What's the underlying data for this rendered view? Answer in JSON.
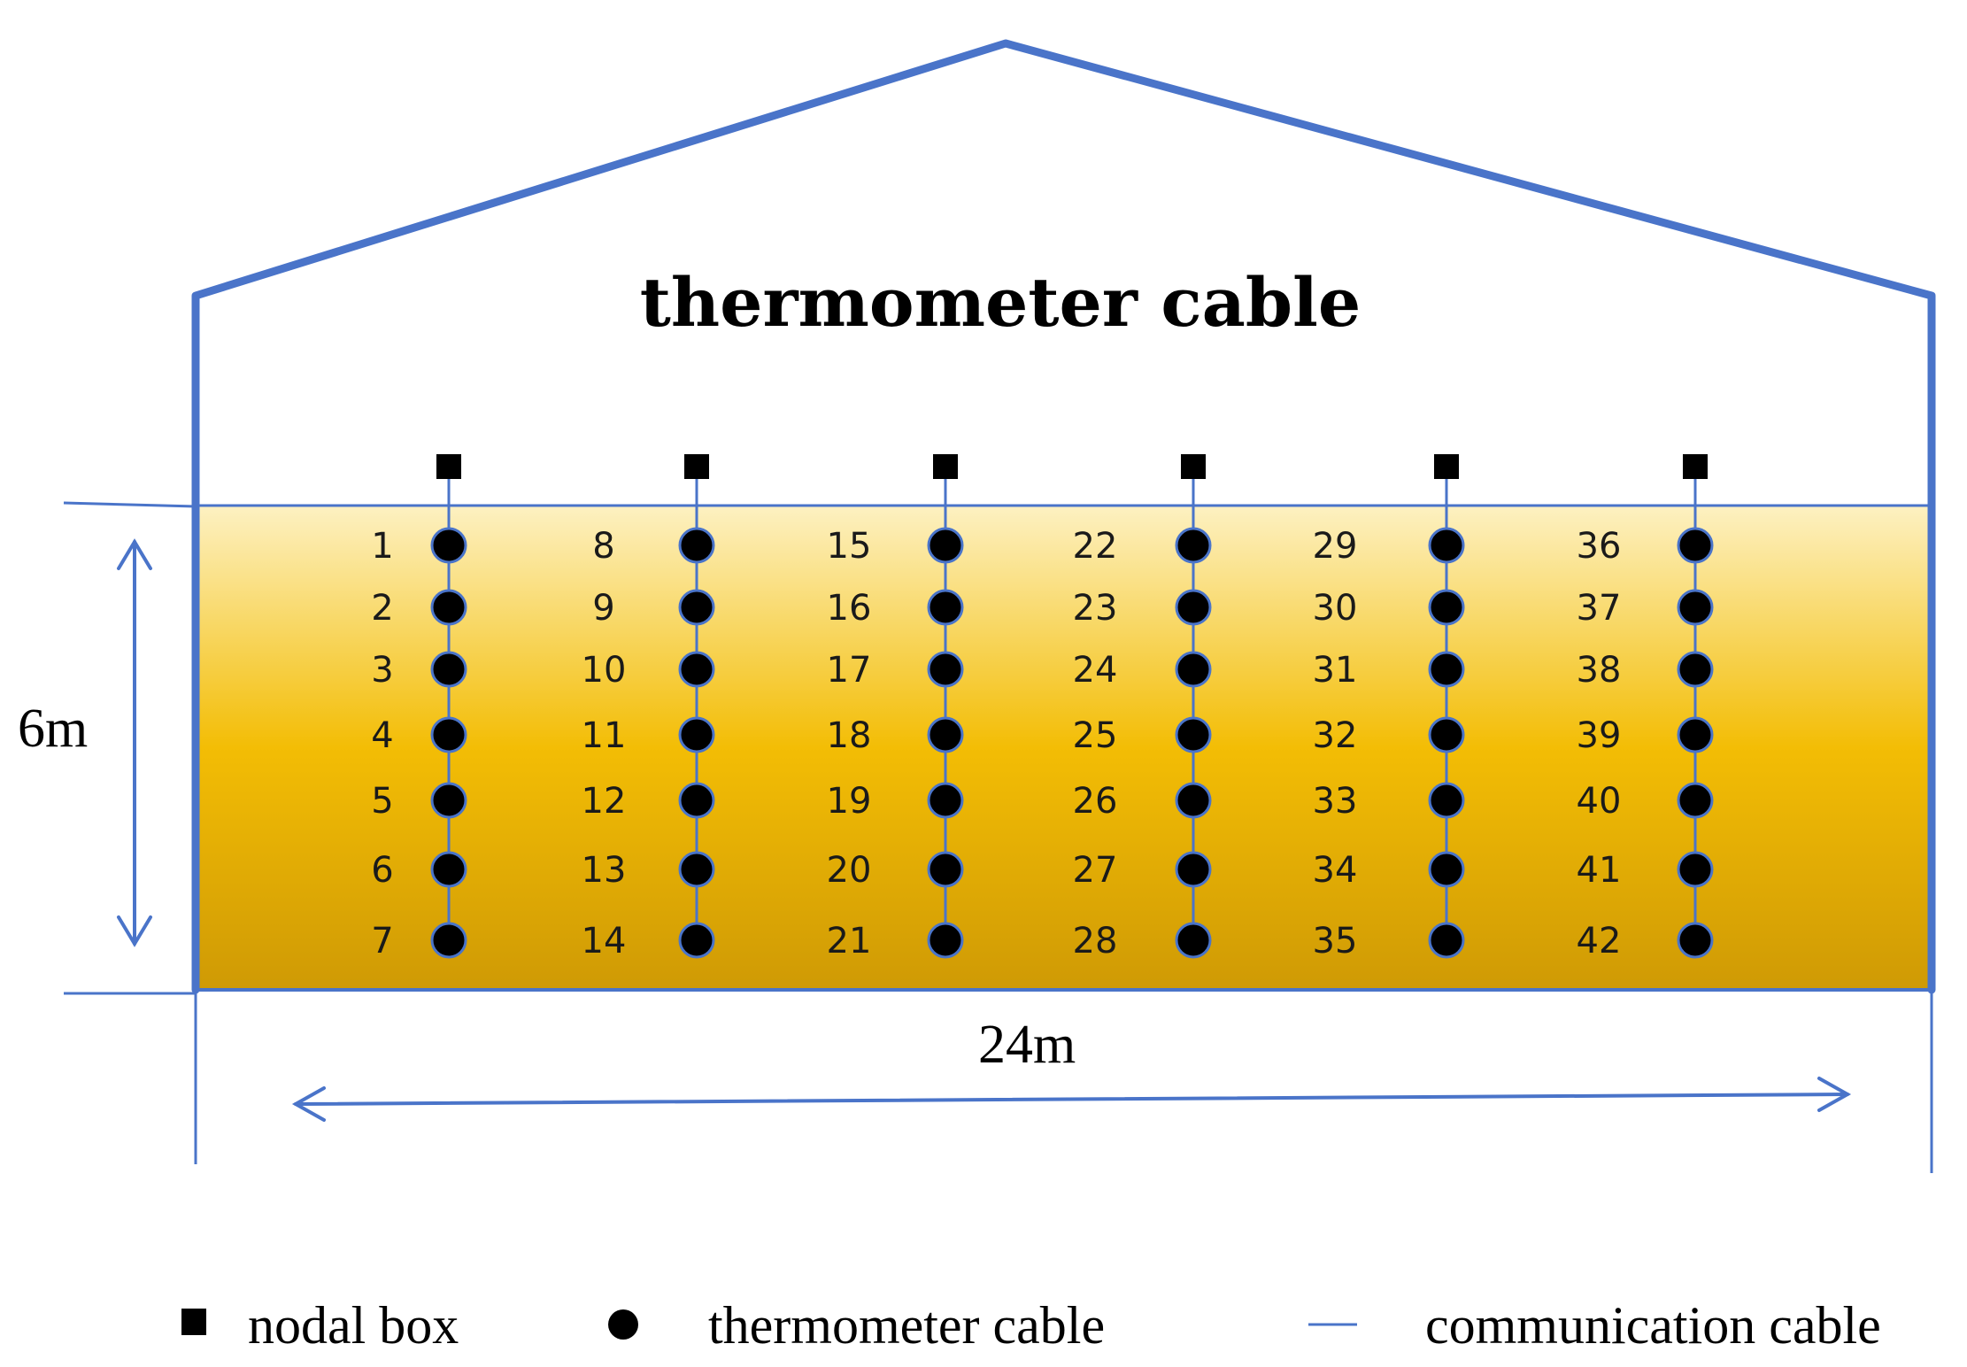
{
  "title": "thermometer cable",
  "dimensions": {
    "height_label": "6m",
    "width_label": "24m"
  },
  "colors": {
    "outline": "#4a74c9",
    "grain_top": "#fdf1c2",
    "grain_mid": "#f3bd05",
    "grain_bottom": "#cf9a05",
    "node": "#000000"
  },
  "cables": [
    {
      "sensors": [
        "1",
        "2",
        "3",
        "4",
        "5",
        "6",
        "7"
      ]
    },
    {
      "sensors": [
        "8",
        "9",
        "10",
        "11",
        "12",
        "13",
        "14"
      ]
    },
    {
      "sensors": [
        "15",
        "16",
        "17",
        "18",
        "19",
        "20",
        "21"
      ]
    },
    {
      "sensors": [
        "22",
        "23",
        "24",
        "25",
        "26",
        "27",
        "28"
      ]
    },
    {
      "sensors": [
        "29",
        "30",
        "31",
        "32",
        "33",
        "34",
        "35"
      ]
    },
    {
      "sensors": [
        "36",
        "37",
        "38",
        "39",
        "40",
        "41",
        "42"
      ]
    }
  ],
  "legend": {
    "nodal_box": "nodal box",
    "thermometer_cable": "thermometer cable",
    "communication_cable": "communication cable"
  }
}
